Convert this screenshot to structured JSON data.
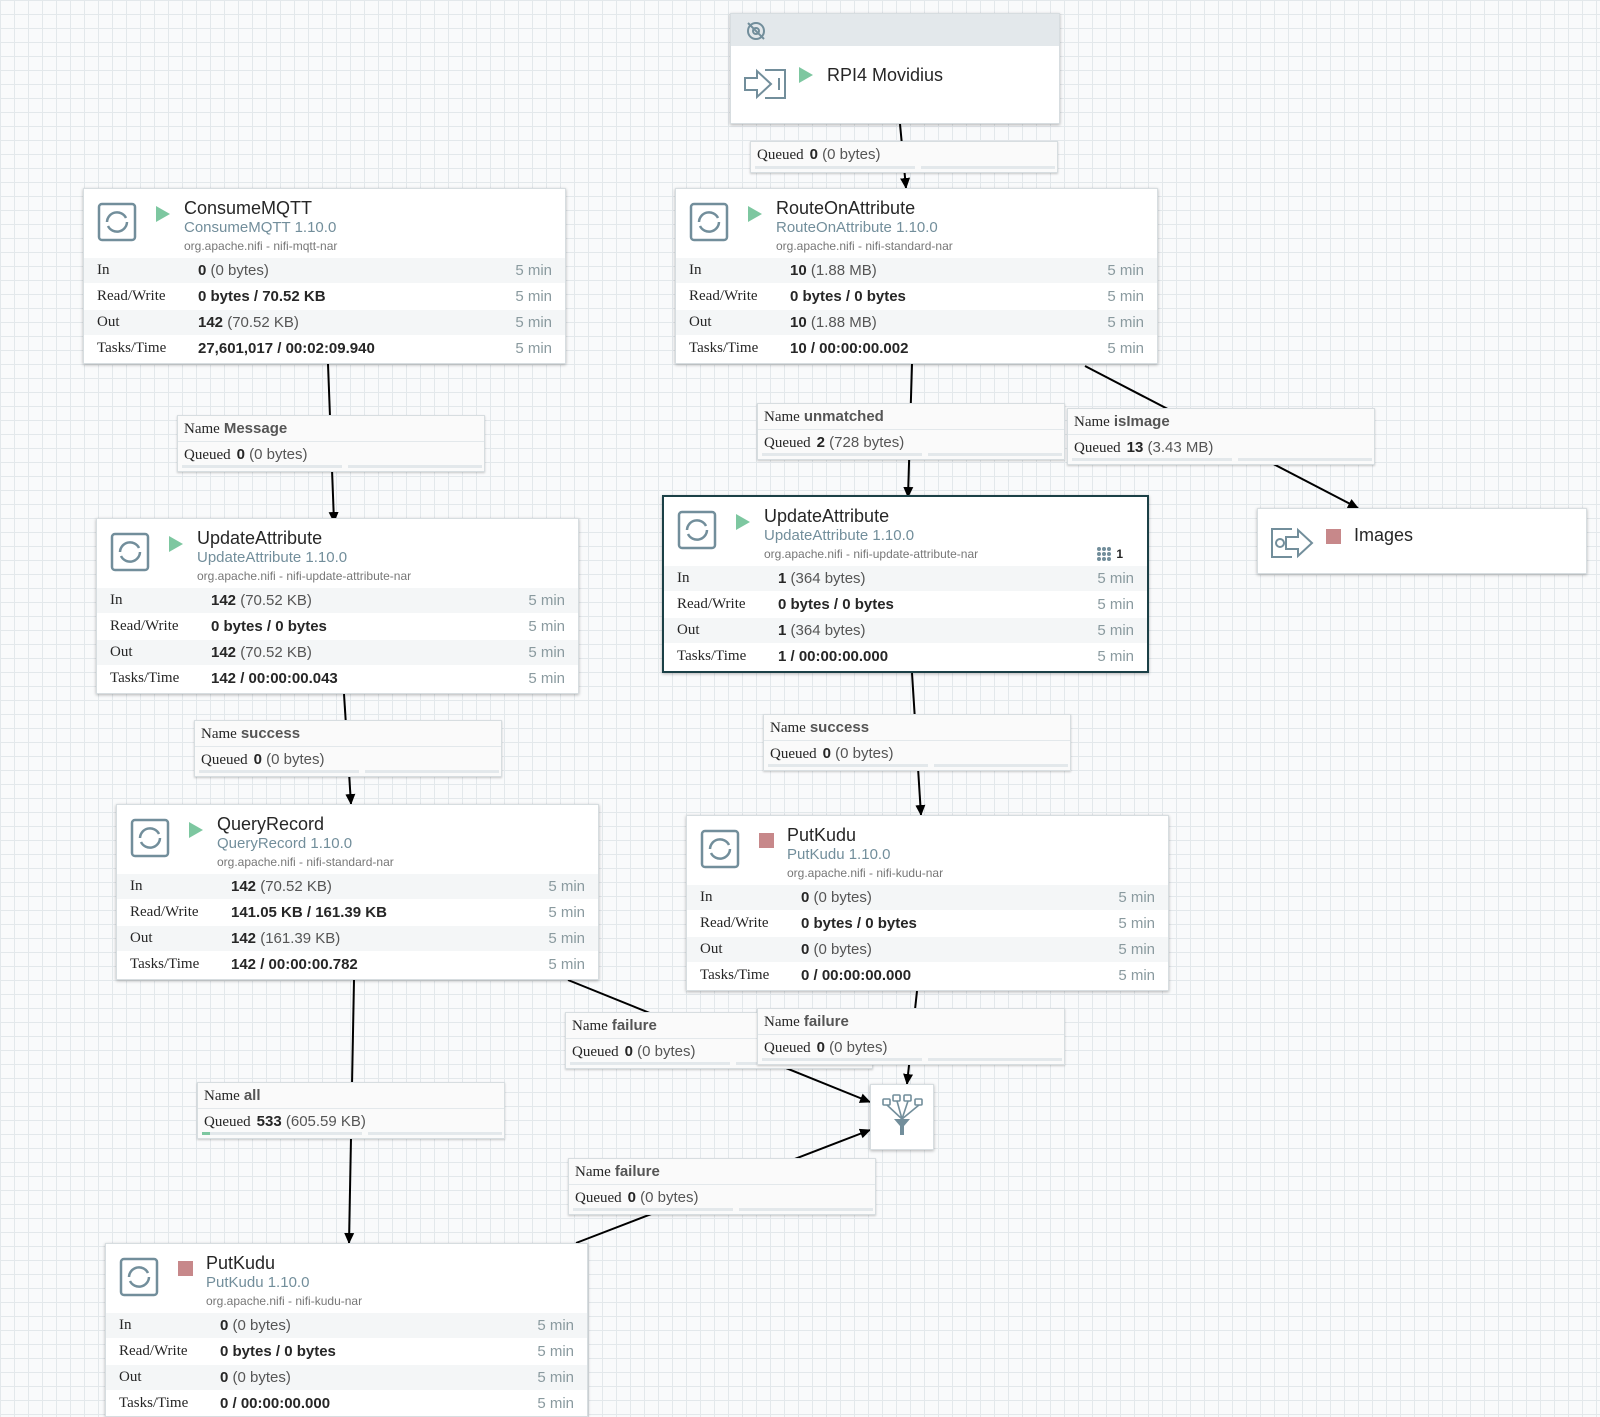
{
  "remote_group": {
    "name": "RPI4 Movidius"
  },
  "output_port": {
    "name": "Images"
  },
  "processors": [
    {
      "name": "ConsumeMQTT",
      "type": "ConsumeMQTT 1.10.0",
      "bundle": "org.apache.nifi - nifi-mqtt-nar",
      "state": "running",
      "stats": [
        {
          "label": "In",
          "count": "0",
          "detail": "(0 bytes)",
          "time": "5 min"
        },
        {
          "label": "Read/Write",
          "count": "0 bytes / 70.52 KB",
          "detail": "",
          "time": "5 min"
        },
        {
          "label": "Out",
          "count": "142",
          "detail": "(70.52 KB)",
          "time": "5 min"
        },
        {
          "label": "Tasks/Time",
          "count": "27,601,017 / 00:02:09.940",
          "detail": "",
          "time": "5 min"
        }
      ]
    },
    {
      "name": "RouteOnAttribute",
      "type": "RouteOnAttribute 1.10.0",
      "bundle": "org.apache.nifi - nifi-standard-nar",
      "state": "running",
      "stats": [
        {
          "label": "In",
          "count": "10",
          "detail": "(1.88 MB)",
          "time": "5 min"
        },
        {
          "label": "Read/Write",
          "count": "0 bytes / 0 bytes",
          "detail": "",
          "time": "5 min"
        },
        {
          "label": "Out",
          "count": "10",
          "detail": "(1.88 MB)",
          "time": "5 min"
        },
        {
          "label": "Tasks/Time",
          "count": "10 / 00:00:00.002",
          "detail": "",
          "time": "5 min"
        }
      ]
    },
    {
      "name": "UpdateAttribute",
      "type": "UpdateAttribute 1.10.0",
      "bundle": "org.apache.nifi - nifi-update-attribute-nar",
      "state": "running",
      "stats": [
        {
          "label": "In",
          "count": "142",
          "detail": "(70.52 KB)",
          "time": "5 min"
        },
        {
          "label": "Read/Write",
          "count": "0 bytes / 0 bytes",
          "detail": "",
          "time": "5 min"
        },
        {
          "label": "Out",
          "count": "142",
          "detail": "(70.52 KB)",
          "time": "5 min"
        },
        {
          "label": "Tasks/Time",
          "count": "142 / 00:00:00.043",
          "detail": "",
          "time": "5 min"
        }
      ]
    },
    {
      "name": "UpdateAttribute",
      "type": "UpdateAttribute 1.10.0",
      "bundle": "org.apache.nifi - nifi-update-attribute-nar",
      "state": "running",
      "badge": "1",
      "stats": [
        {
          "label": "In",
          "count": "1",
          "detail": "(364 bytes)",
          "time": "5 min"
        },
        {
          "label": "Read/Write",
          "count": "0 bytes / 0 bytes",
          "detail": "",
          "time": "5 min"
        },
        {
          "label": "Out",
          "count": "1",
          "detail": "(364 bytes)",
          "time": "5 min"
        },
        {
          "label": "Tasks/Time",
          "count": "1 / 00:00:00.000",
          "detail": "",
          "time": "5 min"
        }
      ]
    },
    {
      "name": "QueryRecord",
      "type": "QueryRecord 1.10.0",
      "bundle": "org.apache.nifi - nifi-standard-nar",
      "state": "running",
      "stats": [
        {
          "label": "In",
          "count": "142",
          "detail": "(70.52 KB)",
          "time": "5 min"
        },
        {
          "label": "Read/Write",
          "count": "141.05 KB / 161.39 KB",
          "detail": "",
          "time": "5 min"
        },
        {
          "label": "Out",
          "count": "142",
          "detail": "(161.39 KB)",
          "time": "5 min"
        },
        {
          "label": "Tasks/Time",
          "count": "142 / 00:00:00.782",
          "detail": "",
          "time": "5 min"
        }
      ]
    },
    {
      "name": "PutKudu",
      "type": "PutKudu 1.10.0",
      "bundle": "org.apache.nifi - nifi-kudu-nar",
      "state": "stopped",
      "stats": [
        {
          "label": "In",
          "count": "0",
          "detail": "(0 bytes)",
          "time": "5 min"
        },
        {
          "label": "Read/Write",
          "count": "0 bytes / 0 bytes",
          "detail": "",
          "time": "5 min"
        },
        {
          "label": "Out",
          "count": "0",
          "detail": "(0 bytes)",
          "time": "5 min"
        },
        {
          "label": "Tasks/Time",
          "count": "0 / 00:00:00.000",
          "detail": "",
          "time": "5 min"
        }
      ]
    },
    {
      "name": "PutKudu",
      "type": "PutKudu 1.10.0",
      "bundle": "org.apache.nifi - nifi-kudu-nar",
      "state": "stopped",
      "stats": [
        {
          "label": "In",
          "count": "0",
          "detail": "(0 bytes)",
          "time": "5 min"
        },
        {
          "label": "Read/Write",
          "count": "0 bytes / 0 bytes",
          "detail": "",
          "time": "5 min"
        },
        {
          "label": "Out",
          "count": "0",
          "detail": "(0 bytes)",
          "time": "5 min"
        },
        {
          "label": "Tasks/Time",
          "count": "0 / 00:00:00.000",
          "detail": "",
          "time": "5 min"
        }
      ]
    }
  ],
  "connections": [
    {
      "name": "",
      "count": "0",
      "bytes": "(0 bytes)",
      "fill_fraction": 0
    },
    {
      "name": "Message",
      "count": "0",
      "bytes": "(0 bytes)",
      "fill_fraction": 0
    },
    {
      "name": "unmatched",
      "count": "2",
      "bytes": "(728 bytes)",
      "fill_fraction": 0
    },
    {
      "name": "isImage",
      "count": "13",
      "bytes": "(3.43 MB)",
      "fill_fraction": 0
    },
    {
      "name": "success",
      "count": "0",
      "bytes": "(0 bytes)",
      "fill_fraction": 0
    },
    {
      "name": "success",
      "count": "0",
      "bytes": "(0 bytes)",
      "fill_fraction": 0
    },
    {
      "name": "failure",
      "count": "0",
      "bytes": "(0 bytes)",
      "fill_fraction": 0
    },
    {
      "name": "failure",
      "count": "0",
      "bytes": "(0 bytes)",
      "fill_fraction": 0
    },
    {
      "name": "all",
      "count": "533",
      "bytes": "(605.59 KB)",
      "fill_fraction": 0.05
    },
    {
      "name": "failure",
      "count": "0",
      "bytes": "(0 bytes)",
      "fill_fraction": 0
    }
  ],
  "labels": {
    "name": "Name",
    "queued": "Queued"
  },
  "colors": {
    "running": "#7dc7a0",
    "stopped": "#c7888a",
    "selected_border": "#1b4046",
    "accent": "#728e9b"
  }
}
